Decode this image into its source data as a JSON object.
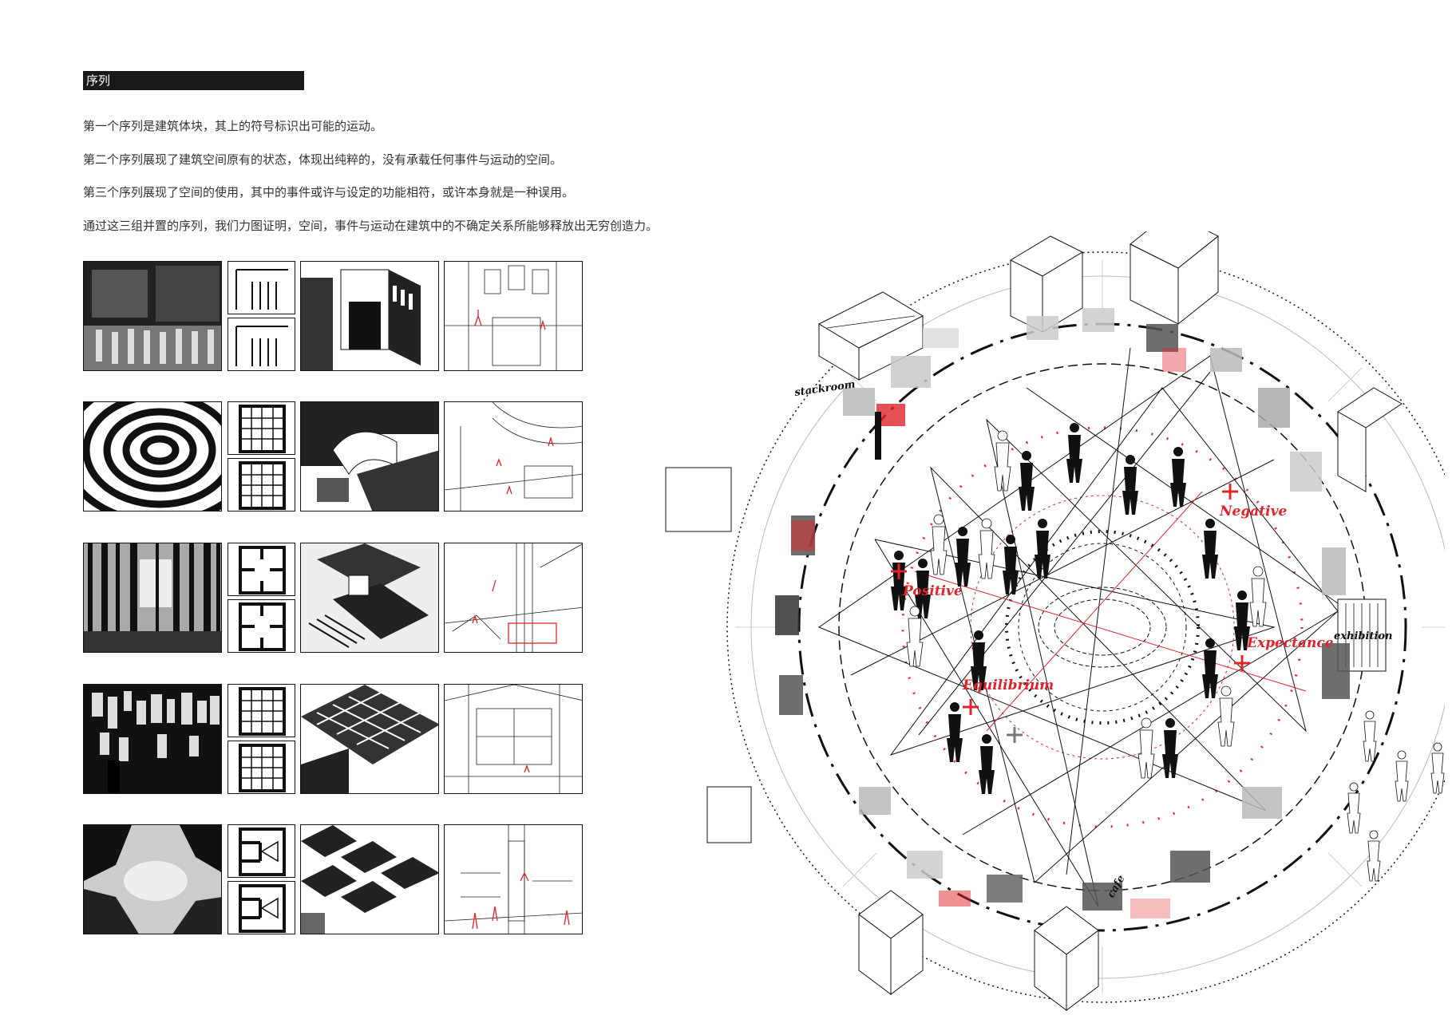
{
  "header": {
    "section_title": "序列"
  },
  "paragraphs": [
    "第一个序列是建筑体块，其上的符号标识出可能的运动。",
    "第二个序列展现了建筑空间原有的状态，体现出纯粹的，没有承载任何事件与运动的空间。",
    "第三个序列展现了空间的使用，其中的事件或许与设定的功能相符，或许本身就是一种误用。",
    "通过这三组并置的序列，我们力图证明，空间，事件与运动在建筑中的不确定关系所能够释放出无穷创造力。"
  ],
  "diagram": {
    "room_labels": [
      "stackroom",
      "exhibition",
      "cafe"
    ],
    "concept_labels": [
      "Negative",
      "Positive",
      "Expectance",
      "Equilibrium"
    ],
    "accent_color": "#e0242b",
    "ink_color": "#111111"
  }
}
